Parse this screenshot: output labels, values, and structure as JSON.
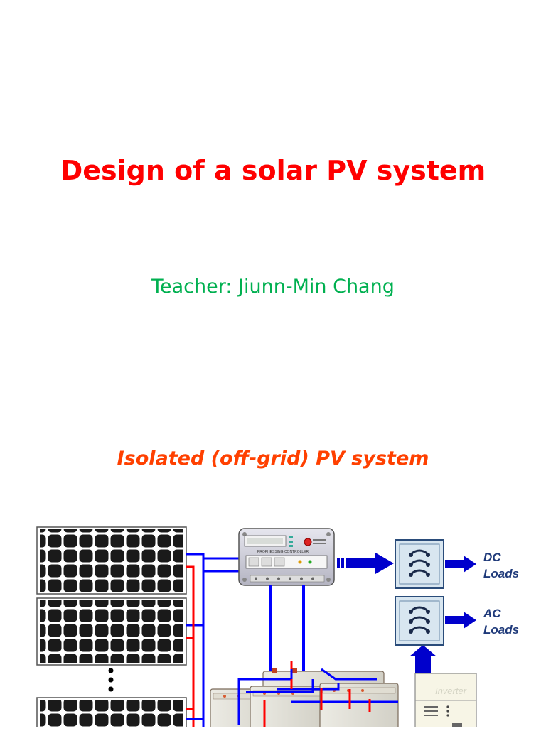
{
  "slide": {
    "title": "Design of a solar PV system",
    "subtitle": "Teacher: Jiunn-Min Chang",
    "section_title": "Isolated (off-grid) PV system"
  },
  "diagram": {
    "controller_name": "PROPHESSING CONTROLLER",
    "dc_loads_line1": "DC",
    "dc_loads_line2": "Loads",
    "ac_loads_line1": "AC",
    "ac_loads_line2": "Loads",
    "inverter_label": "Inverter"
  },
  "colors": {
    "title": "#ff0000",
    "subtitle": "#00b050",
    "section_title": "#ff4000",
    "wire_positive": "#0000ff",
    "wire_negative": "#ff0000",
    "arrow": "#0000cc",
    "load_label": "#1f3a7a",
    "panel_cell": "#1a1a1a"
  }
}
